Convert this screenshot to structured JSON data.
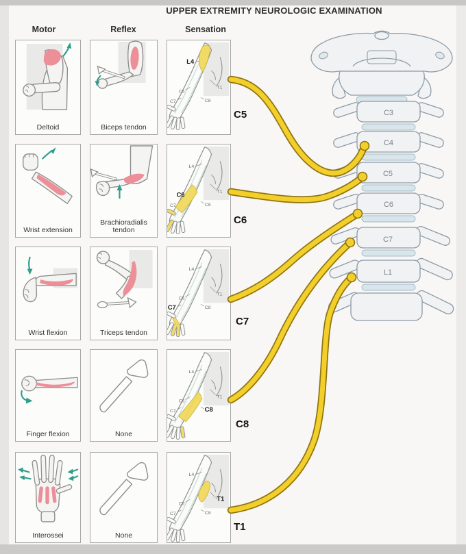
{
  "title": "UPPER EXTREMITY NEUROLOGIC EXAMINATION",
  "column_headers": {
    "motor": "Motor",
    "reflex": "Reflex",
    "sensation": "Sensation"
  },
  "rows": [
    {
      "root": "C5",
      "motor": "Deltoid",
      "reflex": "Biceps tendon"
    },
    {
      "root": "C6",
      "motor": "Wrist extension",
      "reflex": "Brachioradialis tendon"
    },
    {
      "root": "C7",
      "motor": "Wrist flexion",
      "reflex": "Triceps tendon"
    },
    {
      "root": "C8",
      "motor": "Finger flexion",
      "reflex": "None"
    },
    {
      "root": "T1",
      "motor": "Interossei",
      "reflex": "None"
    }
  ],
  "dermatome_labels": {
    "l4": "L4",
    "t1": "T1",
    "c6": "C6",
    "c7": "C7",
    "c8": "C8"
  },
  "spine_labels": [
    "C3",
    "C4",
    "C5",
    "C6",
    "C7",
    "L1"
  ],
  "colors": {
    "nerve_yellow": "#f2cf2a",
    "nerve_outline": "#8f7410",
    "muscle_pink": "#ec8f98",
    "arrow_teal": "#2f9e8c",
    "dermatome_highlight": "#f1da5e",
    "bone_fill": "#f0f2f3",
    "bone_outline": "#8c9aa6",
    "disc_blue": "#d8e6ec"
  }
}
